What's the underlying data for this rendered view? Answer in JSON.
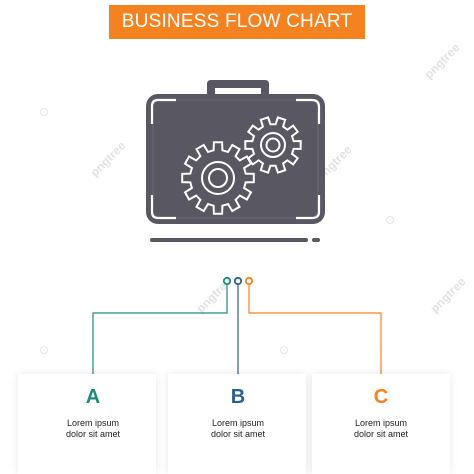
{
  "title": "BUSINESS FLOW CHART",
  "watermark": "pngtree",
  "icon": "briefcase-gears-icon",
  "colors": {
    "banner": "#f58220",
    "icon": "#595761",
    "a": "#1e8c78",
    "b": "#2d5f8a",
    "c": "#f58220"
  },
  "steps": [
    {
      "letter": "A",
      "text_line1": "Lorem ipsum",
      "text_line2": "dolor sit amet"
    },
    {
      "letter": "B",
      "text_line1": "Lorem ipsum",
      "text_line2": "dolor sit amet"
    },
    {
      "letter": "C",
      "text_line1": "Lorem ipsum",
      "text_line2": "dolor sit amet"
    }
  ]
}
